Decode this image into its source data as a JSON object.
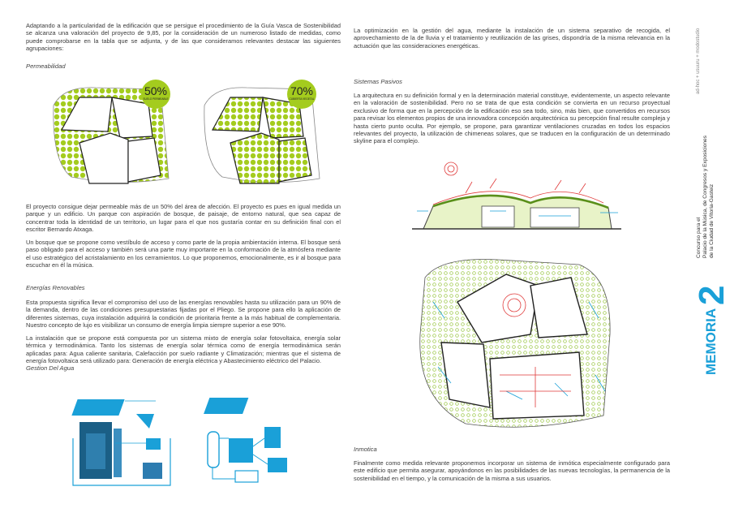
{
  "left": {
    "intro": "Adaptando a la particularidad de la edificación que se persigue el procedimiento de la Guía Vasca de Sostenibilidad se alcanza una valoración del proyecto de 9,85, por la consideración de un numeroso listado de medidas, como puede comprobarse en la tabla que se adjunta, y de las que consideramos relevantes destacar las siguientes agrupaciones:",
    "permeabilidad_heading": "Permeabilidad",
    "badge1": {
      "pct": "50%",
      "label": "SUELO PERMEABLE"
    },
    "badge2": {
      "pct": "70%",
      "label": "CUBIERTA VEGETAL"
    },
    "para1": "El proyecto consigue dejar permeable más de un 50% del área de afección. El proyecto es pues en igual medida un parque y un edificio. Un parque con aspiración de bosque, de paisaje, de entorno natural, que sea capaz de concentrar toda la identidad de un territorio, un lugar para el que nos gustaría contar en su definición final con el escritor Bernardo Atxaga.",
    "para2": "Un bosque que se propone como vestíbulo de acceso y como parte de la propia ambientación interna. El bosque será paso obligado para el acceso y también será una parte muy importante en la conformación de la atmósfera mediante el uso estratégico del acristalamiento en los cerramientos. Lo que proponemos, emocionalmente, es ir al bosque para escuchar en él la música.",
    "energias_heading": "Energías Renovables",
    "para3": "Esta propuesta significa llevar el compromiso del uso de las energías renovables hasta su utilización para un 90% de la demanda, dentro de las condiciones presupuestarias fijadas por el Pliego. Se propone para ello la aplicación de diferentes sistemas, cuya instalación adquirirá la condición de prioritaria frente a la más habitual de complementaria. Nuestro concepto de lujo es visibilizar un consumo de energía limpia siempre superior a ese 90%.",
    "para4": "La instalación que se propone está compuesta por un sistema mixto de energía solar fotovoltaica, energía solar térmica y termodinámica. Tanto los sistemas de energía solar térmica como de energía termodinámica serán aplicadas para: Agua caliente sanitaria, Calefacción por suelo radiante y Climatización; mientras que el sistema de energía fotovoltaica será utilizado para: Generación de energía eléctrica y Abastecimiento eléctrico del Palacio.",
    "gestion_heading": "Gestion Del Agua"
  },
  "right": {
    "para1": "La optimización en la gestión del agua, mediante la instalación de un sistema separativo de recogida, el aprovechamiento de la de lluvia y el tratamiento y reutilización de las grises, dispondría de la misma relevancia en la actuación que las consideraciones energéticas.",
    "pasivos_heading": "Sistemas Pasivos",
    "para2": "La arquitectura en su definición formal y en la determinación material constituye, evidentemente, un aspecto relevante en la valoración de sostenibilidad. Pero no se trata de que esta condición se convierta en un recurso proyectual exclusivo de forma que en la percepción de la edificación eso sea todo, sino, más bien, que convertidos en recursos para revisar los elementos propios de una innovadora concepción arquitectónica su percepción final resulte compleja y hasta cierto punto oculta. Por ejemplo, se propone, para garantizar ventilaciones cruzadas en todos los espacios relevantes del proyecto, la utilización de chimeneas solares, que se traducen en la configuración de un determinado skyline para el complejo.",
    "inmotica_heading": "Inmotica",
    "para3": "Finalmente como medida relevante proponemos incorporar un sistema de inmótica especialmente configurado para este edificio que permita asegurar, apoyándonos en las posibilidades de las nuevas tecnologías, la permanencia de la sostenibilidad en el tiempo, y la comunicación de la misma a sus usuarios."
  },
  "sidebar": {
    "credits": "ad-hoc + usuuru + modostudio",
    "title_line1": "Concurso para el",
    "title_line2": "Palacio de la Música, de Congresos y Exposiciones",
    "title_line3": "de la Ciudad de Vitoria-Gasteiz",
    "number": "2",
    "memoria": "MEMORIA"
  },
  "colors": {
    "accent": "#1aa0d8",
    "green": "#a4cc1e"
  }
}
